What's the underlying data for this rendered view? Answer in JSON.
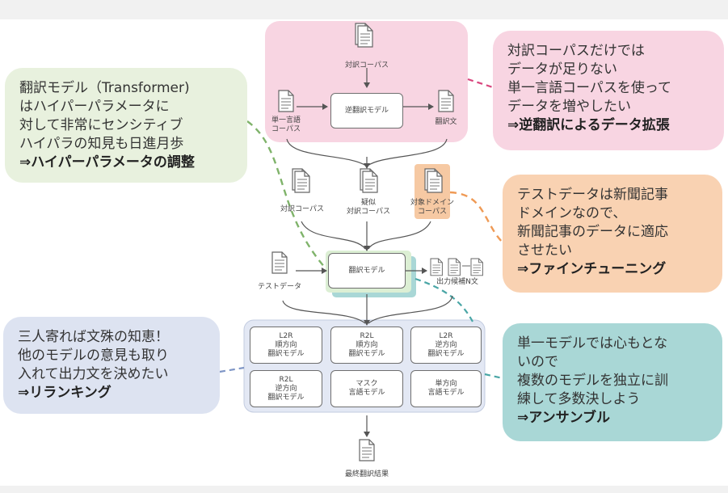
{
  "callouts": {
    "hyperparameter": {
      "lines": [
        "翻訳モデル（Transformer)",
        "はハイパーパラメータに",
        "対して非常にセンシティブ",
        "ハイパラの知見も日進月歩"
      ],
      "conclusion": "⇒ハイパーパラメータの調整",
      "color": "#e8f1de"
    },
    "back_translation": {
      "lines": [
        "対訳コーパスだけでは",
        "データが足りない",
        "単一言語コーパスを使って",
        "データを増やしたい"
      ],
      "conclusion": "⇒逆翻訳によるデータ拡張",
      "color": "#f8d5e2"
    },
    "fine_tuning": {
      "lines": [
        "テストデータは新聞記事",
        "ドメインなので、",
        "新聞記事のデータに適応",
        "させたい"
      ],
      "conclusion": "⇒ファインチューニング",
      "color": "#f9d2b2"
    },
    "reranking": {
      "lines": [
        "三人寄れば文殊の知恵！",
        "他のモデルの意見も取り",
        "入れて出力文を決めたい"
      ],
      "conclusion": "⇒リランキング",
      "color": "#dde3f1"
    },
    "ensemble": {
      "lines": [
        "単一モデルでは心もとな",
        "いので",
        "複数のモデルを独立に訓",
        "練して多数決しよう"
      ],
      "conclusion": "⇒アンサンブル",
      "color": "#a9d7d6"
    }
  },
  "diagram": {
    "parallel_corpus": "対訳コーパス",
    "mono_corpus": [
      "単一言語",
      "コーパス"
    ],
    "back_translation_model": "逆翻訳モデル",
    "translated_text": "翻訳文",
    "parallel_corpus_2": "対訳コーパス",
    "pseudo_parallel": [
      "疑似",
      "対訳コーパス"
    ],
    "target_domain": [
      "対象ドメイン",
      "コーパス"
    ],
    "test_data": "テストデータ",
    "translation_model": "翻訳モデル",
    "n_best": "出力候補N文",
    "ensemble_models": [
      [
        "L2R",
        "順方向",
        "翻訳モデル"
      ],
      [
        "R2L",
        "順方向",
        "翻訳モデル"
      ],
      [
        "L2R",
        "逆方向",
        "翻訳モデル"
      ],
      [
        "R2L",
        "逆方向",
        "翻訳モデル"
      ],
      [
        "マスク",
        "言語モデル"
      ],
      [
        "単方向",
        "言語モデル"
      ]
    ],
    "final_result": "最終翻訳結果"
  },
  "colors": {
    "back_translation_region": "#f8d5e2",
    "fine_tuning_highlight": "#f6c9a3",
    "model_highlight_green": "#dcefd4",
    "model_highlight_teal": "#a9d7d6",
    "ensemble_region": "#e3e8f4",
    "connector_pink": "#d9467e",
    "connector_green": "#7fb36a",
    "connector_orange": "#ef9a55",
    "connector_blue": "#7f96c6",
    "connector_teal": "#4aa6a6"
  },
  "icons": [
    "document-icon",
    "document-stack-icon",
    "arrow-icon"
  ]
}
